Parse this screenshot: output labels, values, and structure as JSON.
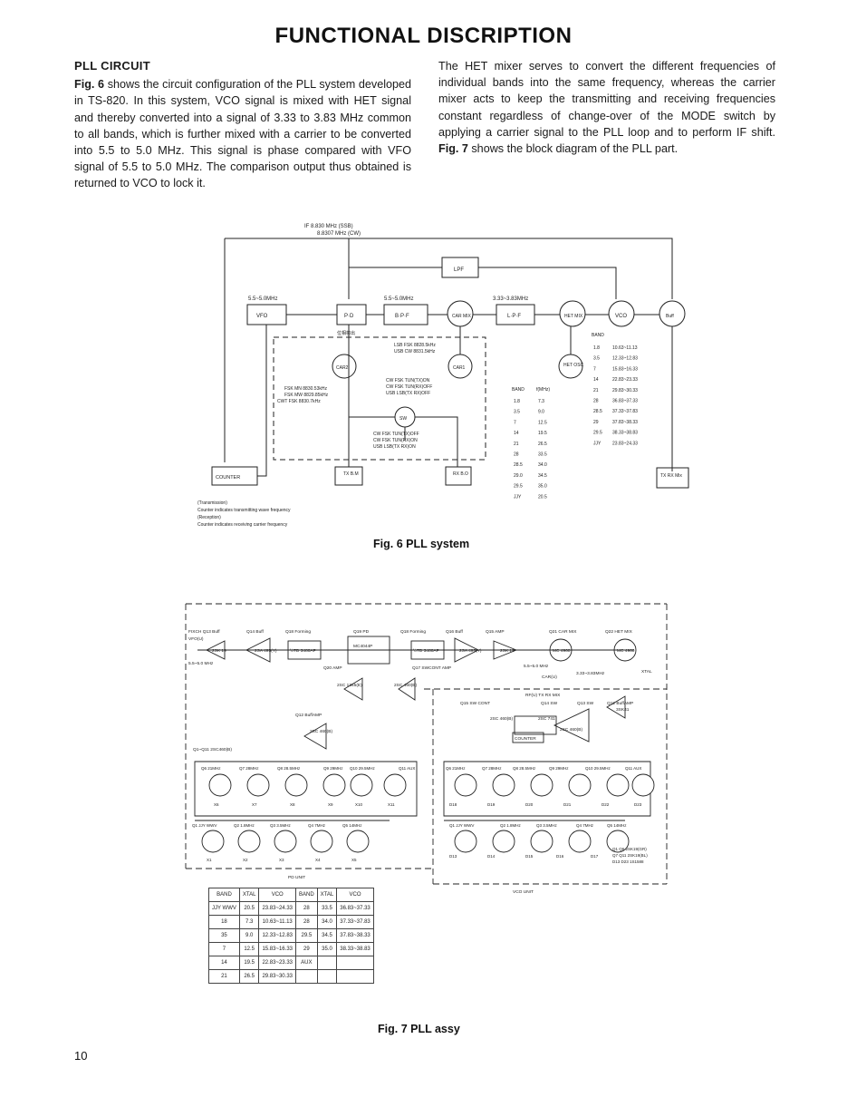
{
  "page": {
    "title": "FUNCTIONAL DISCRIPTION",
    "page_number": "10"
  },
  "section": {
    "heading": "PLL CIRCUIT",
    "left_fig_ref": "Fig. 6",
    "left_text": " shows the circuit configuration of the PLL system developed in TS-820. In this system, VCO signal is mixed with HET signal and thereby converted into a signal of 3.33 to 3.83 MHz common to all bands, which is further mixed with a carrier to be converted into 5.5 to 5.0 MHz. This signal is phase compared with VFO signal of 5.5 to 5.0 MHz. The comparison output thus obtained is returned to VCO to lock it.",
    "right_text_a": "The HET mixer serves to convert the different frequencies of individual bands into the same frequency, whereas the carrier mixer acts to keep the transmitting and receiving frequencies constant regardless of change-over of the MODE switch by applying a carrier signal to the PLL loop and to perform IF shift. ",
    "right_fig_ref": "Fig. 7",
    "right_text_b": " shows the block diagram of the PLL part."
  },
  "fig6": {
    "caption": "Fig. 6  PLL system",
    "if_label_1": "IF  8.830  MHz (SSB)",
    "if_label_2": "8.8307  MHz (CW)",
    "blocks": {
      "lpf_top": "LPF",
      "vfo": "VFO",
      "pd": "P·D",
      "bpf": "B·P·F",
      "car_mix": "CAR MIX",
      "lpf": "L·P·F",
      "het_mix": "HET MIX",
      "vco": "VCO",
      "buff": "Buff",
      "car2": "CAR2",
      "car1": "CAR1",
      "het_osc": "HET OSC",
      "sw": "SW",
      "counter": "COUNTER",
      "tx_bm": "TX B.M",
      "rx_bo": "RX B.O",
      "tx_rx_mix": "TX RX Mix"
    },
    "freq_labels": {
      "vfo_out": "5.5~5.0MHz",
      "bpf_out": "5.5~5.0MHz",
      "lpf_out": "3.33~3.83MHz",
      "pd_note": "位相検出"
    },
    "car1_modes": [
      "LSB FSK 8828.5kHz",
      "USB CW 8831.5kHz"
    ],
    "car2_modes": [
      "FSK MN 8830.53kHz",
      "FSK MW 8829.85kHz",
      "CWT FSK 8830.7kHz"
    ],
    "sw_modes_top": [
      "CW FSK TUN(TX)ON",
      "CW FSK TUN(RX)OFF",
      "USB LSB(TX RX)OFF"
    ],
    "sw_modes_bottom": [
      "CW FSK TUN(TX)OFF",
      "CW FSK TUN(RX)ON",
      "USB LSB(TX RX)ON"
    ],
    "band_table_1": {
      "header": [
        "BAND",
        "f(MHz)"
      ],
      "rows": [
        [
          "1.8",
          "7.3"
        ],
        [
          "3.5",
          "9.0"
        ],
        [
          "7",
          "12.5"
        ],
        [
          "14",
          "19.5"
        ],
        [
          "21",
          "26.5"
        ],
        [
          "28",
          "33.5"
        ],
        [
          "28.5",
          "34.0"
        ],
        [
          "29.0",
          "34.5"
        ],
        [
          "29.5",
          "35.0"
        ],
        [
          "JJY",
          "20.5"
        ]
      ]
    },
    "band_table_2": {
      "header": [
        "BAND",
        ""
      ],
      "rows": [
        [
          "1.8",
          "10.63~11.13"
        ],
        [
          "3.5",
          "12.33~12.83"
        ],
        [
          "7",
          "15.83~16.33"
        ],
        [
          "14",
          "22.83~23.33"
        ],
        [
          "21",
          "29.83~30.33"
        ],
        [
          "28",
          "36.83~37.33"
        ],
        [
          "28.5",
          "37.33~37.83"
        ],
        [
          "29",
          "37.83~38.33"
        ],
        [
          "29.5",
          "38.33~38.83"
        ],
        [
          "JJY",
          "23.83~24.33"
        ]
      ]
    },
    "notes": [
      "(Transmission)",
      "Counter indicates transmitting wave frequency",
      "(Reception)",
      "Counter indicates receiving carrier frequency"
    ]
  },
  "fig7": {
    "caption": "Fig. 7  PLL assy",
    "top_labels": [
      "FIXCH  Q13 Buff",
      "Q14 Buff",
      "Q18 Forming",
      "Q19 PD",
      "Q18 Forming",
      "Q16 Buff",
      "Q15 AMP",
      "Q21 CAR MIX",
      "Q22 HET MIX"
    ],
    "vfo_label": "VFO(U)",
    "vfo_freq": "5.5~5.0 MHz",
    "parts": [
      "2SK 19",
      "2SA 495(Y)",
      "½TD 3480AP",
      "MC4044P",
      "½TD 3480AP",
      "2SA 495(Y)",
      "2SK 19",
      "MC 4960",
      "MC 4960"
    ],
    "misc_labels": [
      "Q20 AMP",
      "2SC 1345(E)",
      "Q17 SWCONT AMP",
      "2SC 460(B)",
      "5.5~5.0 MHz",
      "CAR(U)",
      "3.33~3.83MHz",
      "XTAL",
      "RF(U) TX RX MIX",
      "Q15 SW CONT",
      "Q14 SW",
      "Q13 SW",
      "Q12 BuffAMP",
      "2SC 460(B)",
      "2SC 741",
      "2SC 460(B)",
      "3SK41",
      "COUNTER",
      "Q12 BuffAMP",
      "2SC 460(B)",
      "Q1~Q11 2SC460(B)"
    ],
    "pd_unit_label": "PD UNIT",
    "vco_unit_label": "VCO UNIT",
    "pd_row1": [
      "Q6 21MHz",
      "Q7 28MHz",
      "Q8 28.5MHz",
      "Q9 29MHz",
      "Q10 29.5MHz",
      "Q11 AUX"
    ],
    "pd_row1_x": [
      "X6",
      "X7",
      "X8",
      "X9",
      "X10",
      "X11"
    ],
    "pd_row2": [
      "Q1 JJY WWV",
      "Q2 1.8MHz",
      "Q3 3.5MHz",
      "Q4 7MHz",
      "Q5 14MHz"
    ],
    "pd_row2_x": [
      "X1",
      "X2",
      "X3",
      "X4",
      "X5"
    ],
    "vco_row1": [
      "Q6 21MHz",
      "Q7 28MHz",
      "Q8 28.5MHz",
      "Q9 29MHz",
      "Q10 29.5MHz",
      "Q11 AUX"
    ],
    "vco_row1_d": [
      "D18",
      "D19",
      "D20",
      "D21",
      "D22",
      "D23"
    ],
    "vco_row2": [
      "Q1 JJY WWV",
      "Q2 1.8MHz",
      "Q3 3.5MHz",
      "Q4 7MHz",
      "Q5 14MHz"
    ],
    "vco_row2_d": [
      "D13",
      "D14",
      "D15",
      "D16",
      "D17"
    ],
    "vco_notes": [
      "Q1 Q6 2SK19(GR)",
      "Q7 Q11 2SK19(BL)",
      "D13 D23 1S1588"
    ],
    "table": {
      "headers": [
        "BAND",
        "XTAL",
        "VCO",
        "BAND",
        "XTAL",
        "VCO"
      ],
      "rows": [
        [
          "JJY WWV",
          "20.5",
          "23.83~24.33",
          "28",
          "33.5",
          "36.83~37.33"
        ],
        [
          "18",
          "7.3",
          "10.63~11.13",
          "28",
          "34.0",
          "37.33~37.83"
        ],
        [
          "35",
          "9.0",
          "12.33~12.83",
          "29.5",
          "34.5",
          "37.83~38.33"
        ],
        [
          "7",
          "12.5",
          "15.83~16.33",
          "29",
          "35.0",
          "38.33~38.83"
        ],
        [
          "14",
          "19.5",
          "22.83~23.33",
          "AUX",
          "",
          ""
        ],
        [
          "21",
          "26.5",
          "29.83~30.33",
          "",
          "",
          ""
        ]
      ]
    }
  }
}
